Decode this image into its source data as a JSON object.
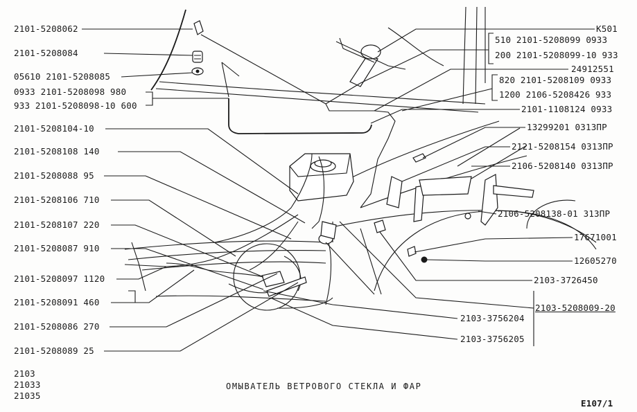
{
  "labels_left": [
    "2101-5208062",
    "2101-5208084",
    "05610 2101-5208085",
    "0933  2101-5208098  980",
    "933 2101-5208098-10 600",
    "2101-5208104-10",
    "2101-5208108 140",
    "2101-5208088 95",
    "2101-5208106 710",
    "2101-5208107 220",
    "2101-5208087 910",
    "2101-5208097 1120",
    "2101-5208091 460",
    "2101-5208086 270",
    "2101-5208089 25"
  ],
  "labels_right": [
    "K501",
    "510 2101-5208099   0933",
    "200 2101-5208099-10 933",
    "24912551",
    "820 2101-5208109  0933",
    "1200 2106-5208426  933",
    "2101-1108124  0933",
    "13299201 0313ПР",
    "2121-5208154 0313ПР",
    "2106-5208140 0313ПР",
    "2106-5208138-01 313ПР",
    "17671001",
    "12605270",
    "2103-3726450",
    "2103-5208009-20"
  ],
  "labels_center": [
    "2103-3756204",
    "2103-3756205"
  ],
  "models": [
    "2103",
    "21033",
    "21035"
  ],
  "caption": "ОМЫВАТЕЛЬ ВЕТРОВОГО СТЕКЛА И ФАР",
  "sheet_code": "E107/1"
}
